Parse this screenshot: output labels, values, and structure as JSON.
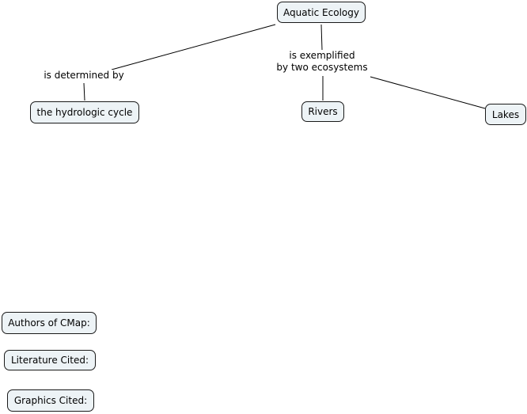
{
  "concepts": {
    "aquatic_ecology": "Aquatic Ecology",
    "hydrologic_cycle": "the hydrologic cycle",
    "rivers": "Rivers",
    "lakes": "Lakes"
  },
  "linking_phrases": {
    "determined_by": "is determined by",
    "exemplified_line1": "is exemplified",
    "exemplified_line2": "by two ecosystems"
  },
  "info_boxes": {
    "authors": "Authors of CMap:",
    "literature": "Literature Cited:",
    "graphics": "Graphics Cited:"
  },
  "colors": {
    "node_fill": "#edf3f6",
    "node_border": "#1a1a1a",
    "line": "#000000"
  }
}
